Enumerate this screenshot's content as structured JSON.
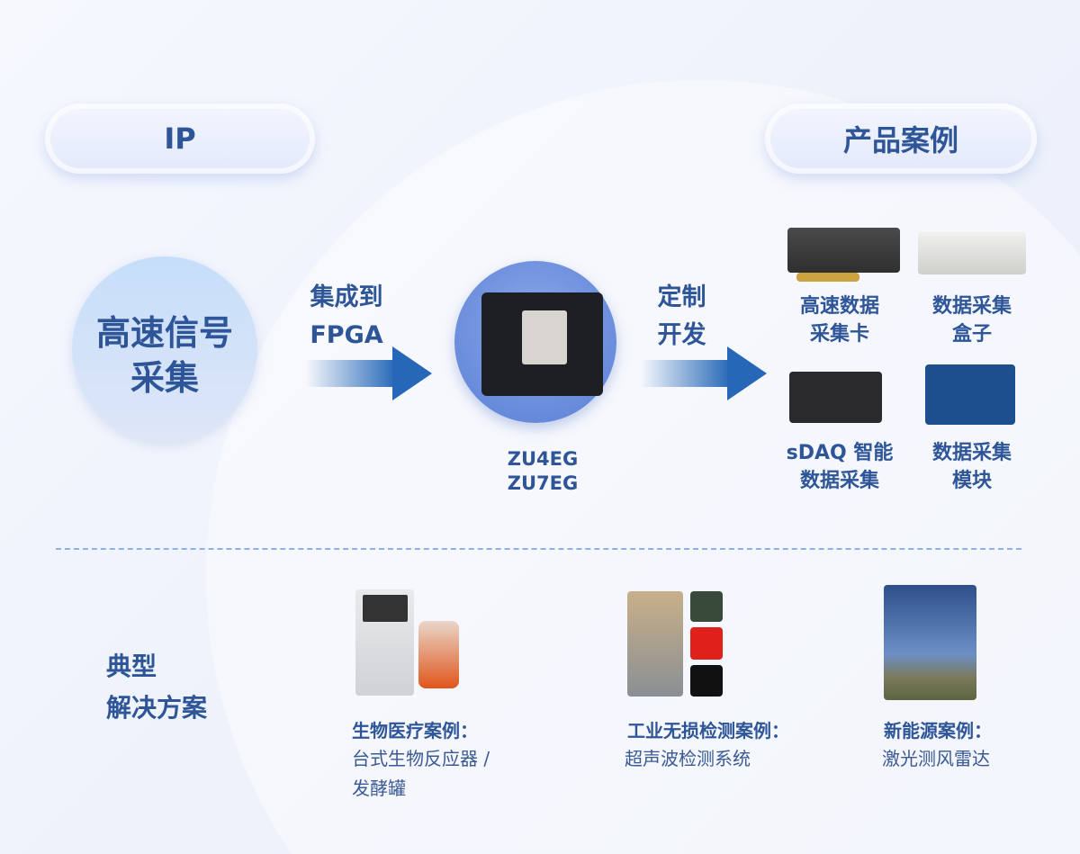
{
  "header": {
    "left_pill": "IP",
    "right_pill": "产品案例"
  },
  "source": {
    "line1": "高速信号",
    "line2": "采集"
  },
  "arrow1": {
    "line1": "集成到",
    "line2": "FPGA"
  },
  "core": {
    "models": [
      "ZU4EG",
      "ZU7EG"
    ]
  },
  "arrow2": {
    "line1": "定制",
    "line2": "开发"
  },
  "products": [
    {
      "line1": "高速数据",
      "line2": "采集卡"
    },
    {
      "line1": "数据采集",
      "line2": "盒子"
    },
    {
      "line1": "sDAQ 智能",
      "line2": "数据采集"
    },
    {
      "line1": "数据采集",
      "line2": "模块"
    }
  ],
  "solutions": {
    "heading": {
      "line1": "典型",
      "line2": "解决方案"
    },
    "cases": [
      {
        "title": "生物医疗案例：",
        "sub1": "台式生物反应器 /",
        "sub2": "发酵罐"
      },
      {
        "title": "工业无损检测案例：",
        "sub1": "超声波检测系统"
      },
      {
        "title": "新能源案例：",
        "sub1": "激光测风雷达"
      }
    ]
  },
  "colors": {
    "text": "#2e5597",
    "arrow": "#2668b7"
  }
}
